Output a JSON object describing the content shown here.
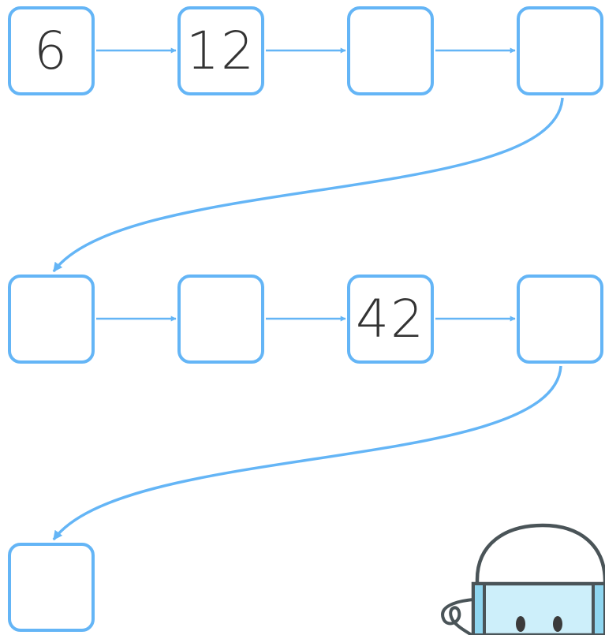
{
  "sequence": {
    "boxes": [
      {
        "value": "6"
      },
      {
        "value": "12"
      },
      {
        "value": ""
      },
      {
        "value": ""
      },
      {
        "value": ""
      },
      {
        "value": ""
      },
      {
        "value": "42"
      },
      {
        "value": ""
      },
      {
        "value": ""
      }
    ]
  },
  "colors": {
    "box_border": "#64b5f6",
    "arrow": "#64b5f6",
    "text": "#333333",
    "robot_outline": "#4a5458",
    "robot_fill": "#cdeffa"
  },
  "icons": {
    "mascot": "robot-mascot-icon"
  }
}
